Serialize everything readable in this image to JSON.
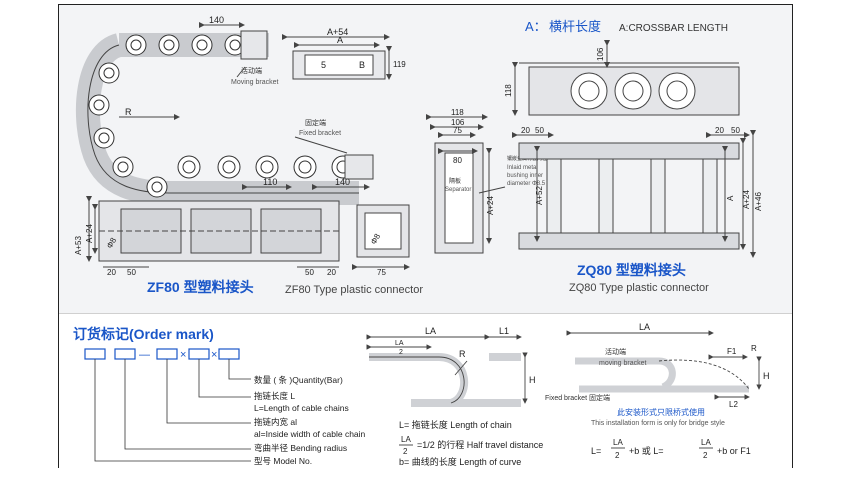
{
  "crossbar": {
    "letter": "A：",
    "zh": "横杆长度",
    "en": "A:CROSSBAR LENGTH"
  },
  "zf80": {
    "title": "ZF80 型塑料接头",
    "subtitle": "ZF80 Type plastic connector",
    "moving_zh": "活动端",
    "moving_en": "Moving bracket",
    "fixed_zh": "固定端",
    "fixed_en": "Fixed bracket",
    "dims": {
      "d140a": "140",
      "dR": "R",
      "d110": "110",
      "d140b": "140",
      "dA54": "A+54",
      "dA": "A",
      "d5": "5",
      "dB": "B",
      "d119": "119",
      "dA53": "A+53",
      "dA24": "A+24",
      "dphi8": "Φ8",
      "d20": "20",
      "d50": "50",
      "d50b": "50",
      "d20b": "20",
      "dphi8b": "Φ8",
      "d75": "75"
    }
  },
  "zq80": {
    "title": "ZQ80 型塑料接头",
    "subtitle": "ZQ80 Type plastic connector",
    "dims": {
      "d106": "106",
      "d118": "118",
      "d118a": "118",
      "d106a": "106",
      "d75": "75",
      "d80": "80",
      "d20": "20",
      "d50": "50",
      "d20b": "20",
      "d50b": "50",
      "dA52": "A+52",
      "dA": "A",
      "dA24": "A+24",
      "dA46": "A+46",
      "dA24b": "A+24"
    },
    "separator_zh": "隔板",
    "separator_en": "Separator",
    "bushing_zh": "镶嵌金属衬套内径Φ8.5",
    "bushing_en1": "Inlaid metal",
    "bushing_en2": "bushing inner",
    "bushing_en3": "diameter Φ8.5"
  },
  "order": {
    "title": "订货标记(Order mark)",
    "dash": "—",
    "x1": "×",
    "x2": "×",
    "lines": [
      "数量 ( 条 )Quantity(Bar)",
      "拖链长度 L",
      "L=Length of cable chains",
      "拖链内宽 al",
      "al=Inside width of cable chain",
      "弯曲半径 Bending radius",
      "型号 Model No."
    ]
  },
  "travel": {
    "LA": "LA",
    "L1": "L1",
    "LA2n": "LA",
    "LA2d": "2",
    "R": "R",
    "H": "H",
    "legend1": "L= 拖链长度 Length of chain",
    "legend2_num": "LA",
    "legend2_den": "2",
    "legend2_text": "=1/2 的行程 Half travel distance",
    "legend3": "b= 曲线的长度 Length of curve"
  },
  "bridge": {
    "LA": "LA",
    "F1": "F1",
    "H": "H",
    "R": "R",
    "L2": "L2",
    "moving_zh": "活动端",
    "moving_en": "moving bracket",
    "fixed": "Fixed bracket 固定端",
    "note_zh": "此安装形式只限桥式使用",
    "note_en": "This installation form is only for bridge style",
    "f_L1": "L=",
    "f_n1": "LA",
    "f_d1": "2",
    "f_p1": "+b 或 L=",
    "f_n2": "LA",
    "f_d2": "2",
    "f_p2": "+b or F1"
  }
}
